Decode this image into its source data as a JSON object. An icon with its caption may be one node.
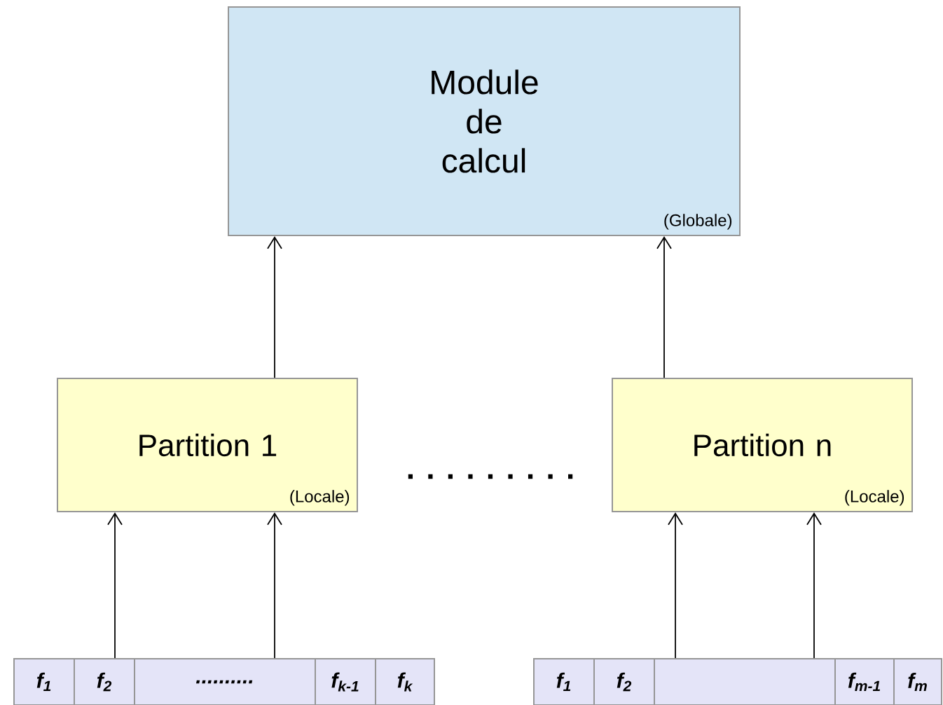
{
  "diagram": {
    "nodes": [
      {
        "text": [
          "Module de calcul",
          "(Globale)"
        ]
      },
      {
        "text": [
          "Partition 1",
          "(Locale)"
        ]
      },
      {
        "text": [
          "Partition n",
          "(Locale)"
        ]
      },
      {
        "text": [
          "f$_{1}$"
        ]
      },
      {
        "text": [
          "f$_{2}$"
        ]
      },
      {
        "text": [
          ".........."
        ]
      },
      {
        "text": [
          "f$_{k-1}$"
        ]
      },
      {
        "text": [
          "f$_{k}$"
        ]
      },
      {
        "text": [
          "f$_{1}$"
        ]
      },
      {
        "text": [
          "f$_{2}$"
        ]
      },
      {
        "text": [],
        "shape": "box"
      },
      {
        "text": [
          "f$_{m-1}$"
        ]
      },
      {
        "text": [
          "f$_{m}$"
        ]
      }
    ],
    "edges": [
      {
        "from": 1,
        "to": 0,
        "arrow": "to"
      },
      {
        "from": 2,
        "to": 0,
        "arrow": "to"
      },
      {
        "from": 4,
        "to": 1,
        "arrow": "to"
      },
      {
        "from": 5,
        "to": 1,
        "arrow": "to"
      },
      {
        "from": 10,
        "to": 2,
        "arrow": "to"
      },
      {
        "from": 10,
        "to": 2,
        "arrow": "to"
      }
    ],
    "labels": [
      ". . . . . . . . ."
    ]
  }
}
